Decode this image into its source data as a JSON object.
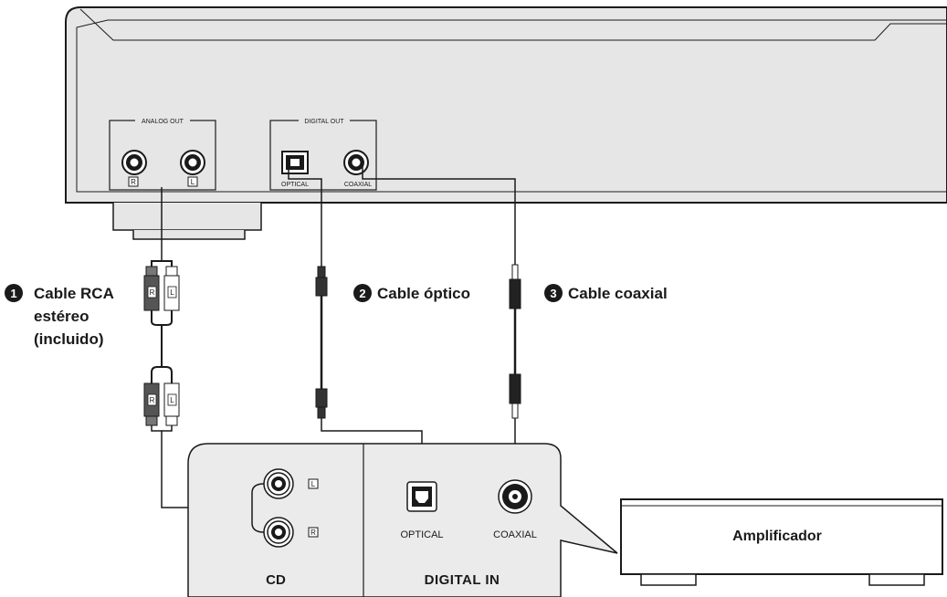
{
  "device": {
    "analog_out_label": "ANALOG OUT",
    "digital_out_label": "DIGITAL OUT",
    "jack_r": "R",
    "jack_l": "L",
    "optical_label": "OPTICAL",
    "coaxial_label": "COAXIAL"
  },
  "cables": {
    "rca": {
      "number": "1",
      "line1": "Cable RCA",
      "line2": "estéreo",
      "line3": "(incluido)"
    },
    "optical": {
      "number": "2",
      "label": "Cable óptico"
    },
    "coaxial": {
      "number": "3",
      "label": "Cable coaxial"
    },
    "plug_r": "R",
    "plug_l": "L"
  },
  "amp_panel": {
    "cd_label": "CD",
    "digital_in_label": "DIGITAL IN",
    "optical_label": "OPTICAL",
    "coaxial_label": "COAXIAL",
    "jack_l": "L",
    "jack_r": "R"
  },
  "amplifier": {
    "label": "Amplificador"
  },
  "colors": {
    "device_fill": "#e6e6e6",
    "panel_fill": "#ebebeb",
    "line": "#1a1a1a",
    "white": "#ffffff"
  }
}
